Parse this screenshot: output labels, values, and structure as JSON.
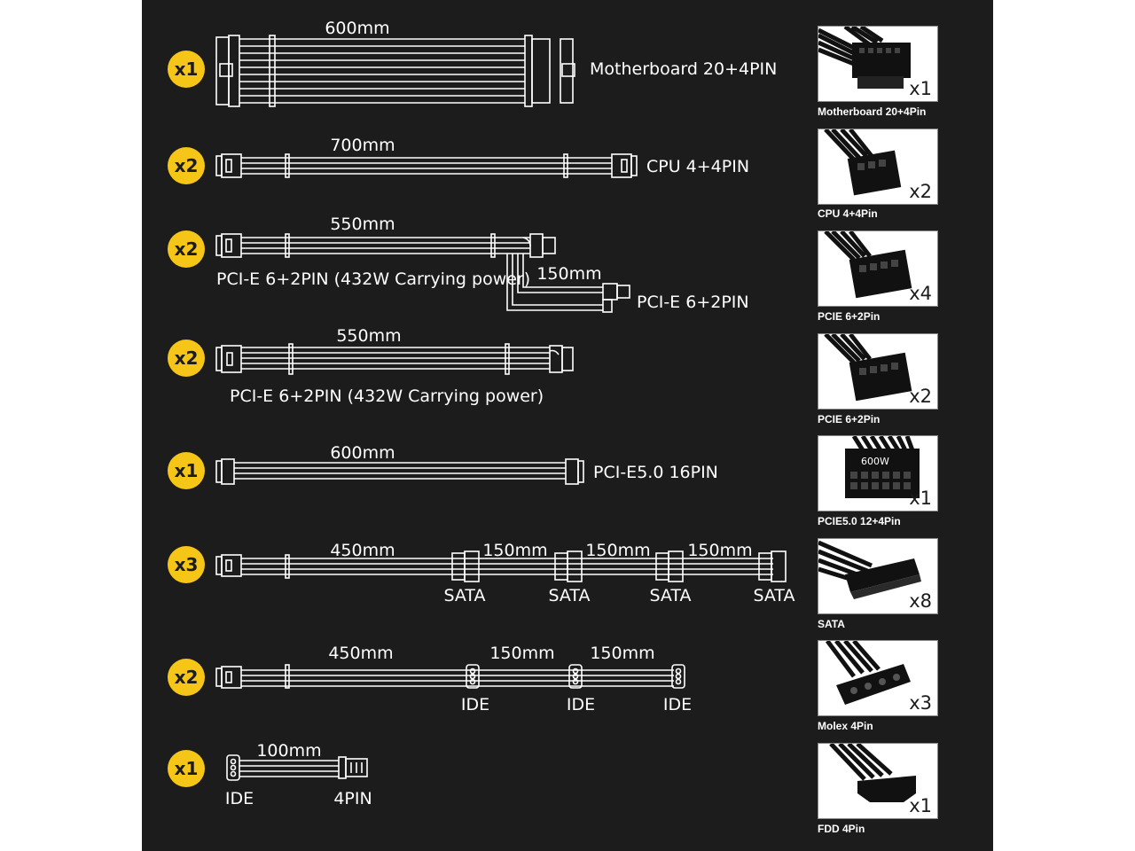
{
  "colors": {
    "background": "#1c1c1c",
    "badge": "#f5c518",
    "line": "#ffffff"
  },
  "rows": [
    {
      "count": "x1",
      "length": "600mm",
      "label": "Motherboard 20+4PIN"
    },
    {
      "count": "x2",
      "length": "700mm",
      "label": "CPU 4+4PIN"
    },
    {
      "count": "x2",
      "length": "550mm",
      "label": "PCI-E 6+2PIN (432W Carrying power)",
      "branch_length": "150mm",
      "branch_label": "PCI-E 6+2PIN"
    },
    {
      "count": "x2",
      "length": "550mm",
      "label": "PCI-E 6+2PIN (432W Carrying power)"
    },
    {
      "count": "x1",
      "length": "600mm",
      "label": "PCI-E5.0 16PIN"
    },
    {
      "count": "x3",
      "length": "450mm",
      "segment_lengths": [
        "150mm",
        "150mm",
        "150mm"
      ],
      "connector_labels": [
        "SATA",
        "SATA",
        "SATA",
        "SATA"
      ]
    },
    {
      "count": "x2",
      "length": "450mm",
      "segment_lengths": [
        "150mm",
        "150mm"
      ],
      "connector_labels": [
        "IDE",
        "IDE",
        "IDE"
      ]
    },
    {
      "count": "x1",
      "length": "100mm",
      "connector_labels": [
        "IDE",
        "4PIN"
      ]
    }
  ],
  "thumbnails": [
    {
      "caption": "Motherboard 20+4Pin",
      "count": "x1",
      "icon": "motherboard-connector-icon"
    },
    {
      "caption": "CPU 4+4Pin",
      "count": "x2",
      "icon": "cpu-connector-icon"
    },
    {
      "caption": "PCIE 6+2Pin",
      "count": "x4",
      "icon": "pcie-connector-icon"
    },
    {
      "caption": "PCIE 6+2Pin",
      "count": "x2",
      "icon": "pcie-connector-icon"
    },
    {
      "caption": "PCIE5.0 12+4Pin",
      "count": "x1",
      "icon": "pcie5-connector-icon",
      "connector_text": "600W"
    },
    {
      "caption": "SATA",
      "count": "x8",
      "icon": "sata-connector-icon"
    },
    {
      "caption": "Molex 4Pin",
      "count": "x3",
      "icon": "molex-connector-icon"
    },
    {
      "caption": "FDD 4Pin",
      "count": "x1",
      "icon": "fdd-connector-icon"
    }
  ]
}
